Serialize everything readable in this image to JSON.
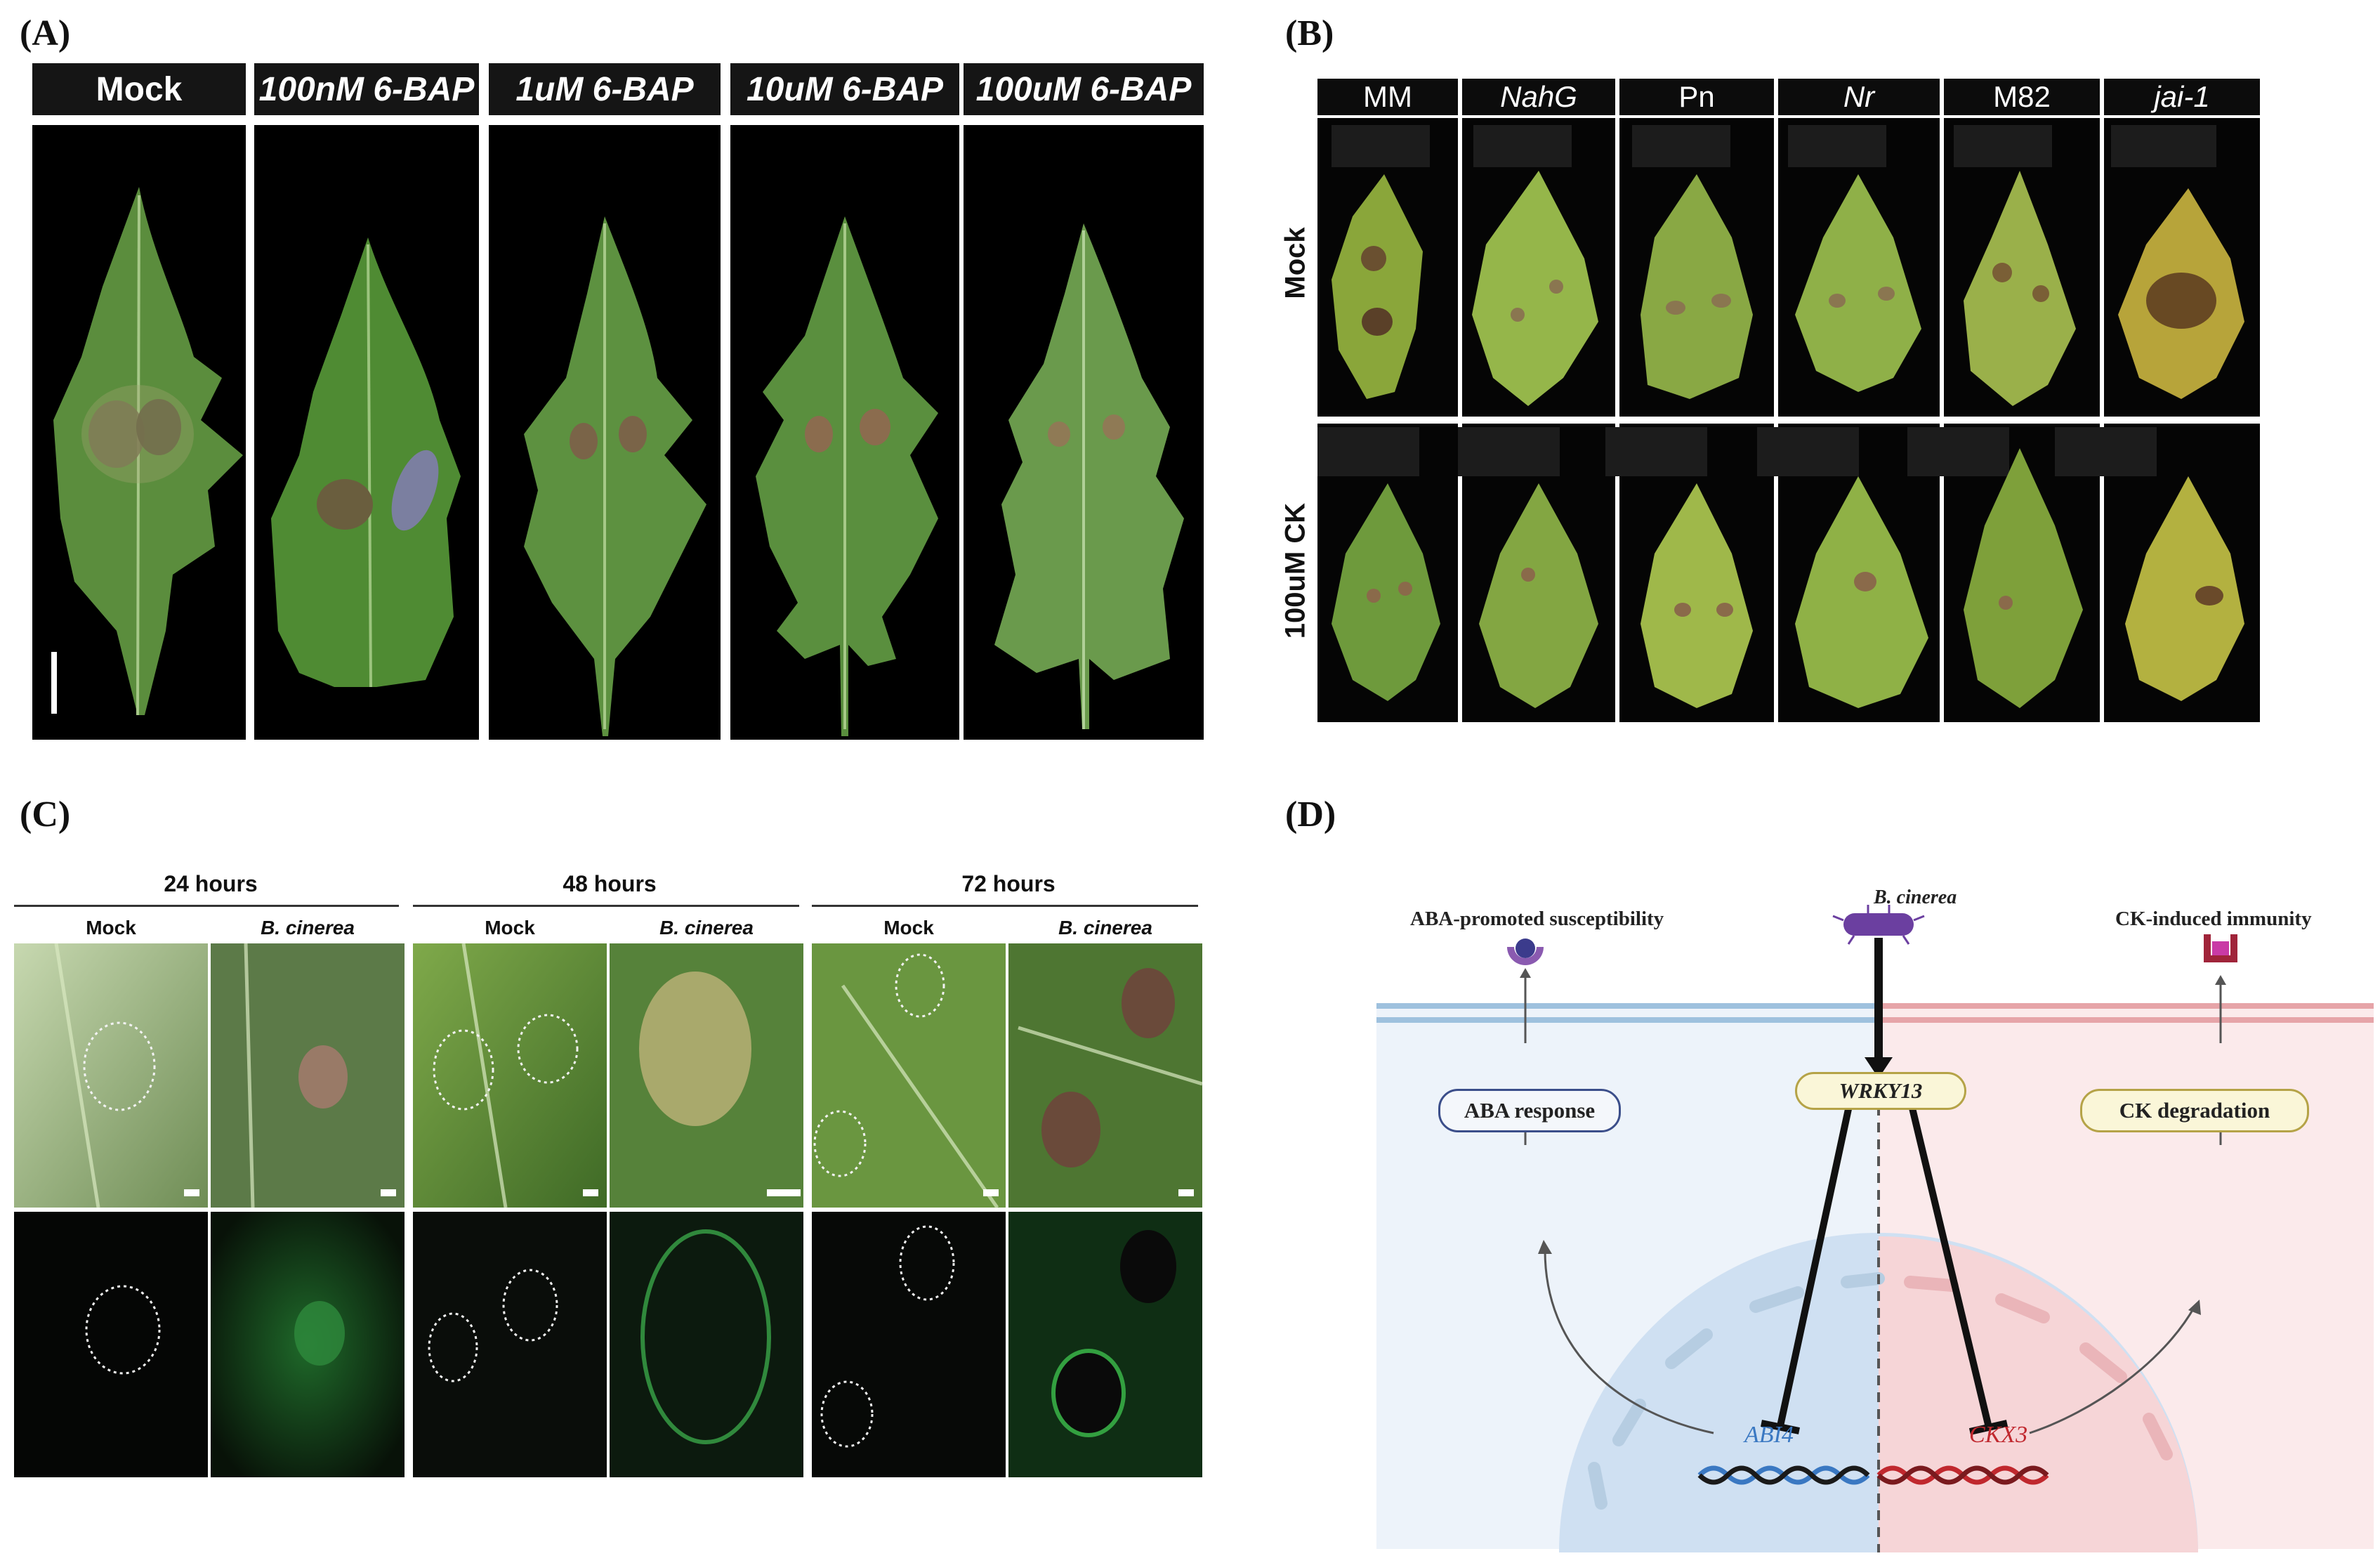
{
  "panel_a": {
    "letter": "(A)",
    "labels": [
      "Mock",
      "100nM 6-BAP",
      "1uM 6-BAP",
      "10uM 6-BAP",
      "100uM 6-BAP"
    ]
  },
  "panel_b": {
    "letter": "(B)",
    "columns": [
      "MM",
      "NahG",
      "Pn",
      "Nr",
      "M82",
      "jai-1"
    ],
    "rows": [
      "Mock",
      "100uM CK"
    ]
  },
  "panel_c": {
    "letter": "(C)",
    "timepoints": [
      "24 hours",
      "48 hours",
      "72 hours"
    ],
    "conditions": [
      "Mock",
      "B. cinerea",
      "Mock",
      "B. cinerea",
      "Mock",
      "B. cinerea"
    ]
  },
  "panel_d": {
    "letter": "(D)",
    "aba_susceptibility": "ABA-promoted susceptibility",
    "pathogen": "B. cinerea",
    "ck_immunity": "CK-induced immunity",
    "aba_response": "ABA response",
    "wrky13": "WRKY13",
    "ck_degradation": "CK degradation",
    "abi4": "ABI4",
    "ckx3": "CKX3",
    "colors": {
      "left_bg": "#e9f1f9",
      "right_bg": "#fbe9ea",
      "abi4": "#3a78c2",
      "ckx3": "#c0282e",
      "wrky13_fill": "#faf6d8"
    }
  }
}
